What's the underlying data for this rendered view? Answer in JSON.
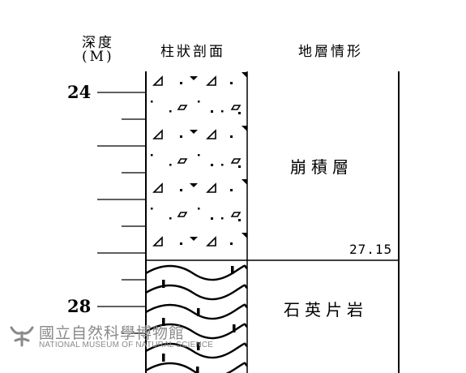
{
  "headers": {
    "depth": "深度",
    "unit": "(M)",
    "column": "柱狀剖面",
    "description": "地層情形"
  },
  "depth_labels": [
    "24",
    "28"
  ],
  "layers": [
    {
      "name": "崩積層",
      "pattern": "colluvium"
    },
    {
      "name": "石英片岩",
      "pattern": "quartz-schist"
    }
  ],
  "boundary_depth": "27.15",
  "watermark": {
    "zh": "國立自然科學博物館",
    "en": "NATIONAL MUSEUM OF NATURAL SCIENCE"
  }
}
